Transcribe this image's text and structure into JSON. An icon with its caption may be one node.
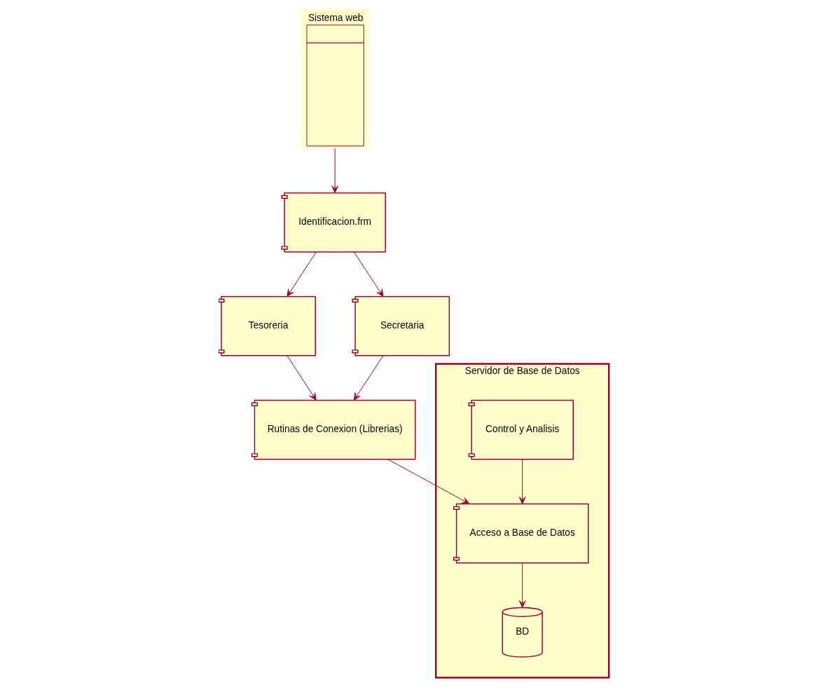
{
  "diagram": {
    "nodes": [
      {
        "text": [
          "Sistema web"
        ]
      },
      {
        "text": [
          "Identificacion.frm"
        ]
      },
      {
        "text": [
          "Tesoreria"
        ]
      },
      {
        "text": [
          "Secretaria"
        ]
      },
      {
        "text": [
          "Rutinas de Conexion (Librerias)"
        ]
      },
      {
        "text": [
          "Servidor de Base de Datos"
        ]
      },
      {
        "text": [
          "Control y Analisis"
        ],
        "in": 5
      },
      {
        "text": [
          "Acceso a Base de Datos"
        ],
        "in": 5
      },
      {
        "text": [
          "BD"
        ],
        "in": 5
      }
    ],
    "edges": [
      {
        "from": 0,
        "to": 1,
        "arrow": "to"
      },
      {
        "from": 1,
        "to": 2,
        "arrow": "to"
      },
      {
        "from": 1,
        "to": 3,
        "arrow": "to"
      },
      {
        "from": 2,
        "to": 4,
        "arrow": "to"
      },
      {
        "from": 3,
        "to": 4,
        "arrow": "to"
      },
      {
        "from": 4,
        "to": 7,
        "arrow": "to"
      },
      {
        "from": 6,
        "to": 7,
        "arrow": "to"
      },
      {
        "from": 7,
        "to": 8,
        "arrow": "to"
      }
    ]
  }
}
